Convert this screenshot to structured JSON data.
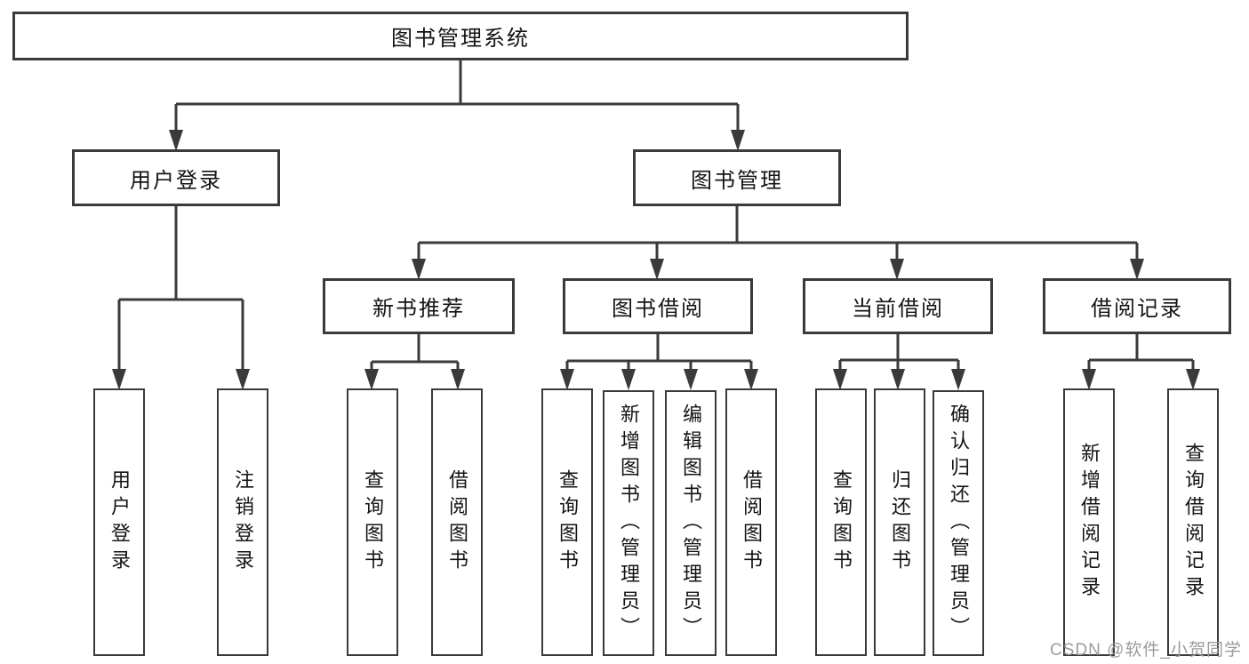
{
  "tree": {
    "label": "图书管理系统",
    "children": [
      {
        "label": "用户登录",
        "children": [
          {
            "label": "用户登录"
          },
          {
            "label": "注销登录"
          }
        ]
      },
      {
        "label": "图书管理",
        "children": [
          {
            "label": "新书推荐",
            "children": [
              {
                "label": "查询图书"
              },
              {
                "label": "借阅图书"
              }
            ]
          },
          {
            "label": "图书借阅",
            "children": [
              {
                "label": "查询图书"
              },
              {
                "label": "新增图书（管理员）"
              },
              {
                "label": "编辑图书（管理员）"
              },
              {
                "label": "借阅图书"
              }
            ]
          },
          {
            "label": "当前借阅",
            "children": [
              {
                "label": "查询图书"
              },
              {
                "label": "归还图书"
              },
              {
                "label": "确认归还（管理员）"
              }
            ]
          },
          {
            "label": "借阅记录",
            "children": [
              {
                "label": "新增借阅记录"
              },
              {
                "label": "查询借阅记录"
              }
            ]
          }
        ]
      }
    ]
  },
  "watermark": "CSDN @软件_小贺同学",
  "colors": {
    "line": "#3a3a3a",
    "box_border": "#3a3a3a",
    "text": "#141414",
    "watermark": "#9b9b9b",
    "background": "#ffffff"
  }
}
